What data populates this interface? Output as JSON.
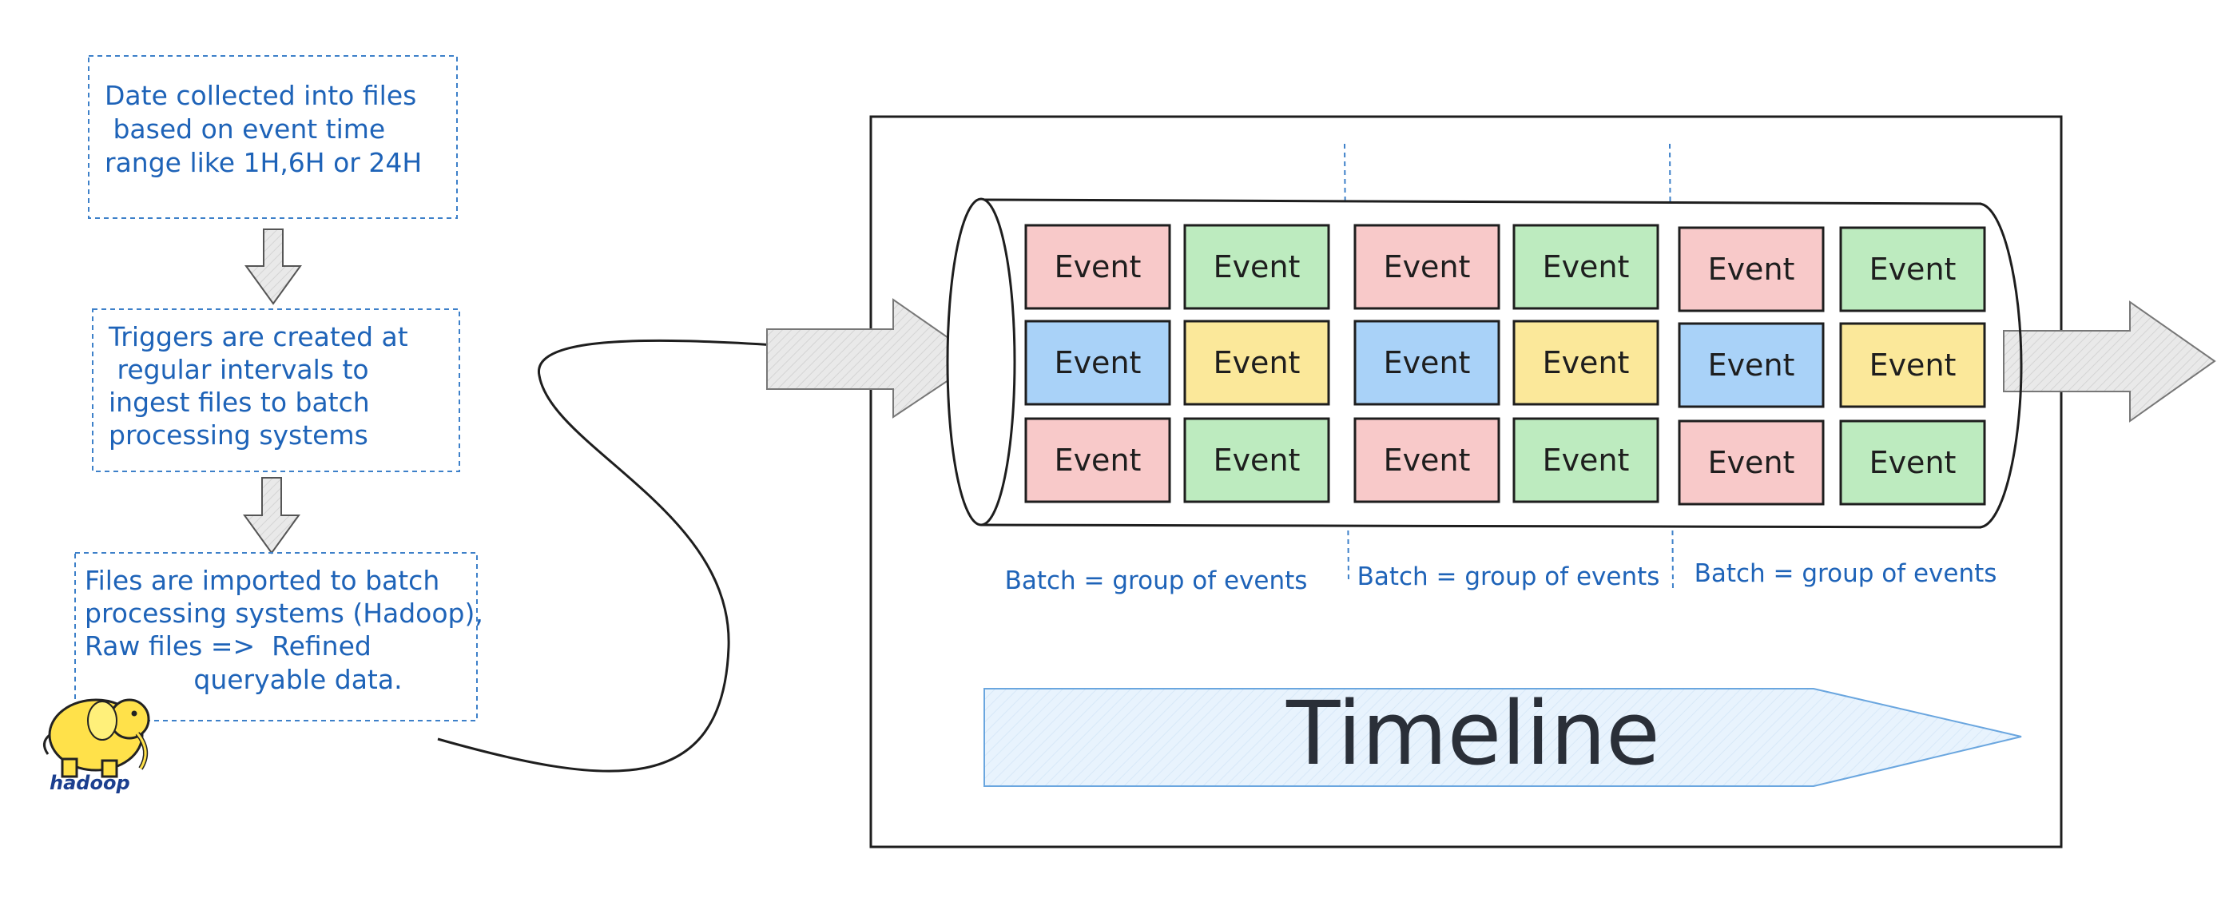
{
  "notes": [
    {
      "lines": [
        "Date collected into files",
        " based on event time",
        "range like 1H,6H or 24H"
      ]
    },
    {
      "lines": [
        "Triggers are created at",
        " regular intervals to",
        "ingest files to batch",
        "processing systems"
      ]
    },
    {
      "lines": [
        "Files are imported to batch",
        "processing systems (Hadoop),",
        "Raw files =>  Refined",
        "             queryable data."
      ]
    }
  ],
  "logo": {
    "text": "hadoop",
    "icon": "elephant-icon"
  },
  "event_label": "Event",
  "batches": [
    {
      "label": "Batch = group of events",
      "rows": [
        [
          "red",
          "green"
        ],
        [
          "blue",
          "yellow"
        ],
        [
          "red",
          "green"
        ]
      ]
    },
    {
      "label": "Batch = group of events",
      "rows": [
        [
          "red",
          "green"
        ],
        [
          "blue",
          "yellow"
        ],
        [
          "red",
          "green"
        ]
      ]
    },
    {
      "label": "Batch = group of events",
      "rows": [
        [
          "red",
          "green"
        ],
        [
          "blue",
          "yellow"
        ],
        [
          "red",
          "green"
        ]
      ]
    }
  ],
  "timeline": {
    "label": "Timeline"
  },
  "colors": {
    "red": "#f8c9c9",
    "green": "#bdebbf",
    "blue": "#a9d2f8",
    "yellow": "#fbe89a",
    "note_text": "#1e63b8",
    "note_border": "#3d80c9",
    "timeline_fill": "#e8f3fd",
    "arrow_fill": "#e6e6e6"
  }
}
